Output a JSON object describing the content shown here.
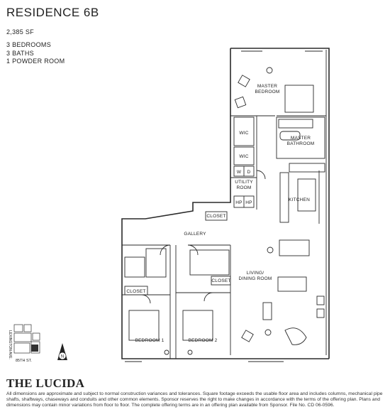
{
  "header": {
    "title": "RESIDENCE 6B",
    "square_feet": "2,385 SF",
    "features": [
      "3 BEDROOMS",
      "3 BATHS",
      "1 POWDER ROOM"
    ]
  },
  "rooms": {
    "master_bedroom": [
      "MASTER",
      "BEDROOM"
    ],
    "wic_1": "WIC",
    "wic_2": "WIC",
    "master_bathroom": [
      "MASTER",
      "BATHROOM"
    ],
    "washer": "W",
    "dryer": "D",
    "utility": [
      "UTILITY",
      "ROOM"
    ],
    "hp_1": "HP",
    "hp_2": "HP",
    "kitchen": "KITCHEN",
    "closet_gallery": "CLOSET",
    "gallery": "GALLERY",
    "closet_left": "CLOSET",
    "closet_right": "CLOSET",
    "living": [
      "LIVING/",
      "DINING ROOM"
    ],
    "bedroom_1": "BEDROOM 1",
    "bedroom_2": "BEDROOM 2"
  },
  "key_map": {
    "street_side": "LEXINGTON AVE.",
    "street_bottom": "85TH ST.",
    "north": "N"
  },
  "footer": {
    "brand": "THE LUCIDA",
    "disclaimer": "All dimensions are approximate and subject to normal construction variances and tolerances. Square footage exceeds the usable floor area and includes columns, mechanical pipe shafts, shaftways, chaseways and conduits and other common elements. Sponsor reserves the right to make changes in accordance with the terms of the offering plan. Plans and dimensions may contain minor variations from floor to floor. The complete offering terms are in an offering plan available from Sponsor. File No. CD 06-0596."
  },
  "colors": {
    "line": "#2a2a2a",
    "wall": "#333333"
  }
}
